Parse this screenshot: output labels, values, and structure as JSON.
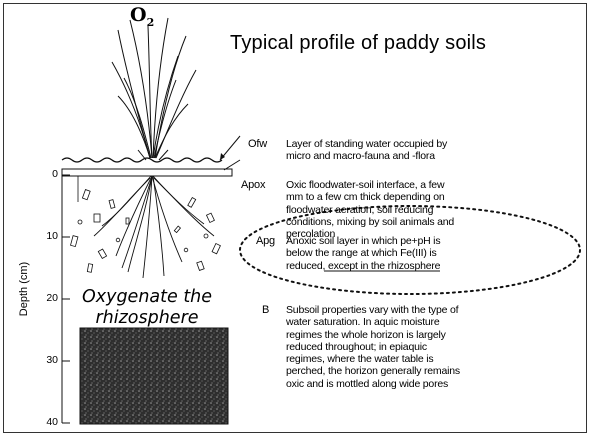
{
  "title": "Typical profile of paddy soils",
  "oxygen_label": "O",
  "oxygen_subscript": "2",
  "depth_axis": {
    "label": "Depth (cm)",
    "ticks": [
      "0",
      "10",
      "20",
      "30",
      "40"
    ]
  },
  "rhizosphere_label_line1": "Oxygenate the",
  "rhizosphere_label_line2": "rhizosphere",
  "horizons": [
    {
      "code": "Ofw",
      "description": "Layer of standing water occupied by micro and macro-fauna and -flora"
    },
    {
      "code": "Apox",
      "description": "Oxic floodwater-soil interface, a few mm to a few cm thick depending on floodwater aeration, soil reducing conditions, mixing by soil animals and percolation"
    },
    {
      "code": "Apg",
      "description_before": "Anoxic soil layer in which pe+pH is below the range at which Fe(III) is reduced, ",
      "description_underlined": "except in the rhizosphere"
    },
    {
      "code": "B",
      "description": "Subsoil properties vary with the type of water saturation. In aquic moisture regimes the whole horizon is largely reduced throughout; in epiaquic regimes, where the water table is perched, the horizon generally remains oxic and is mottled along wide pores"
    }
  ]
}
